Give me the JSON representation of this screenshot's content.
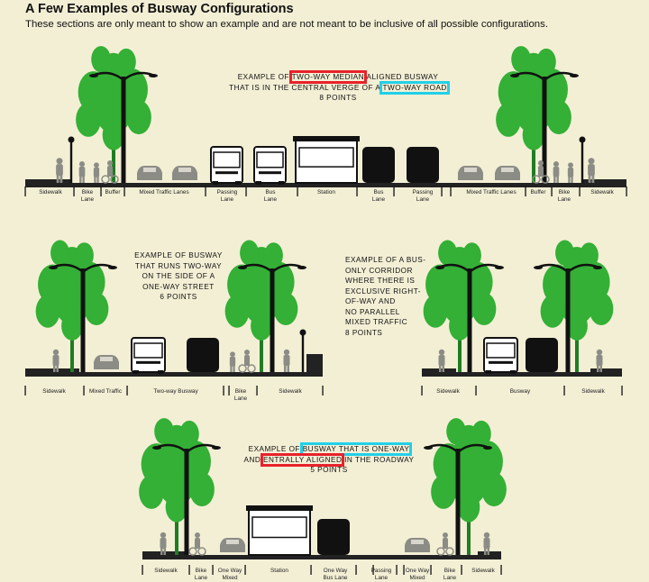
{
  "title": "A Few Examples of Busway Configurations",
  "subtitle": "These sections are only meant to show an example and are not meant to be inclusive of all possible configurations.",
  "colors": {
    "background": "#f3efd5",
    "tree": "#33b035",
    "figure": "#8c8c86",
    "vehicle": "#111111",
    "red_box": "#e8222b",
    "cyan_box": "#22d0e8"
  },
  "sections": [
    {
      "caption": {
        "pre": "Example of ",
        "h1": "two-way median",
        "mid1": " aligned busway",
        "line2a": "that is in the central verge of a ",
        "h2": "two-way road",
        "line3": "8 points"
      },
      "labels": [
        [
          "Sidewalk"
        ],
        [
          "Bike",
          "Lane"
        ],
        [
          "Buffer"
        ],
        [
          "Mixed Traffic Lanes"
        ],
        [
          "Passing",
          "Lane"
        ],
        [
          "Bus",
          "Lane"
        ],
        [
          "Station"
        ],
        [
          "Bus",
          "Lane"
        ],
        [
          "Passing",
          "Lane"
        ],
        [
          "Mixed Traffic Lanes"
        ],
        [
          "Buffer"
        ],
        [
          "Bike",
          "Lane"
        ],
        [
          "Sidewalk"
        ]
      ]
    },
    {
      "caption": {
        "l1": "Example of busway",
        "l2": "that runs two-way",
        "l3": "on the side of a",
        "l4": "one-way street",
        "l5": "6 points"
      },
      "labels": [
        [
          "Sidewalk"
        ],
        [
          "Mixed Traffic"
        ],
        [
          "Two-way Busway"
        ],
        [
          "Bike",
          "Lane"
        ],
        [
          "Sidewalk"
        ]
      ]
    },
    {
      "caption": {
        "l1": "Example of a bus-",
        "l2": "only corridor",
        "l3": "where there is",
        "l4": "exclusive right-",
        "l5": "of-way and",
        "l6": "no parallel",
        "l7": "mixed traffic",
        "l8": "8 points"
      },
      "labels": [
        [
          "Sidewalk"
        ],
        [
          "Busway"
        ],
        [
          "Sidewalk"
        ]
      ]
    },
    {
      "caption": {
        "pre": "Example of ",
        "h1": "busway that is one-way",
        "line2a": "and ",
        "h2": "entrally aligned",
        "line2b": " in the roadway",
        "line3": "5 points"
      },
      "labels": [
        [
          "Sidewalk"
        ],
        [
          "Bike",
          "Lane"
        ],
        [
          "One Way",
          "Mixed"
        ],
        [
          "Station"
        ],
        [
          "One Way",
          "Bus Lane"
        ],
        [
          "Passing",
          "Lane"
        ],
        [
          "One Way",
          "Mixed"
        ],
        [
          "Bike",
          "Lane"
        ],
        [
          "Sidewalk"
        ]
      ]
    }
  ]
}
